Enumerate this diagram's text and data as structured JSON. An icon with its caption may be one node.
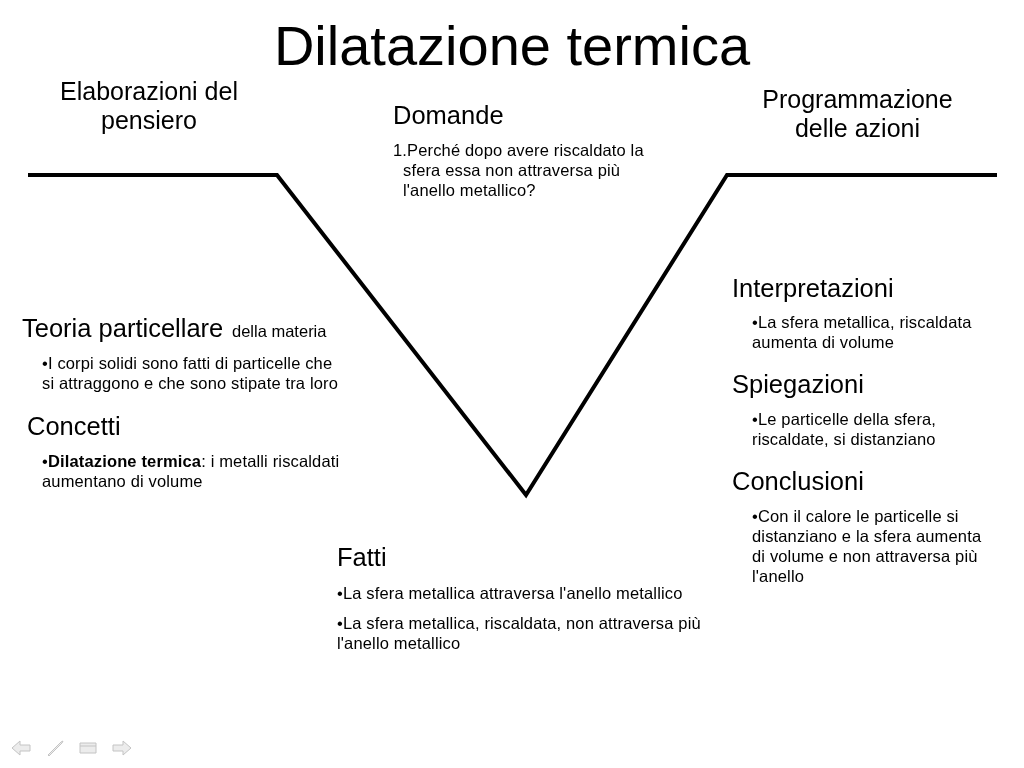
{
  "diagram": {
    "title": "Dilatazione termica",
    "labels": [
      "Elaborazioni del pensiero",
      "Domande",
      "1.Perché dopo avere riscaldato la sfera essa non attraversa più l'anello metallico?",
      "Programmazione delle azioni",
      "Interpretazioni",
      "•La sfera metallica, riscaldata aumenta di volume",
      "Teoria particellare",
      "della materia",
      "•I corpi solidi sono fatti di particelle che si attraggono e che sono stipate tra loro",
      "Spiegazioni",
      "•Le particelle della sfera, riscaldate, si distanziano",
      "Concetti",
      "•**Dilatazione termica**: i metalli riscaldati aumentano di volume",
      "Conclusioni",
      "•Con il calore le particelle si distanziano e la sfera aumenta di volume e non attraversa più l'anello",
      "Fatti",
      "•La sfera metallica attraversa l'anello metallico",
      "•La sfera metallica, riscaldata, non attraversa più l'anello metallico"
    ]
  }
}
